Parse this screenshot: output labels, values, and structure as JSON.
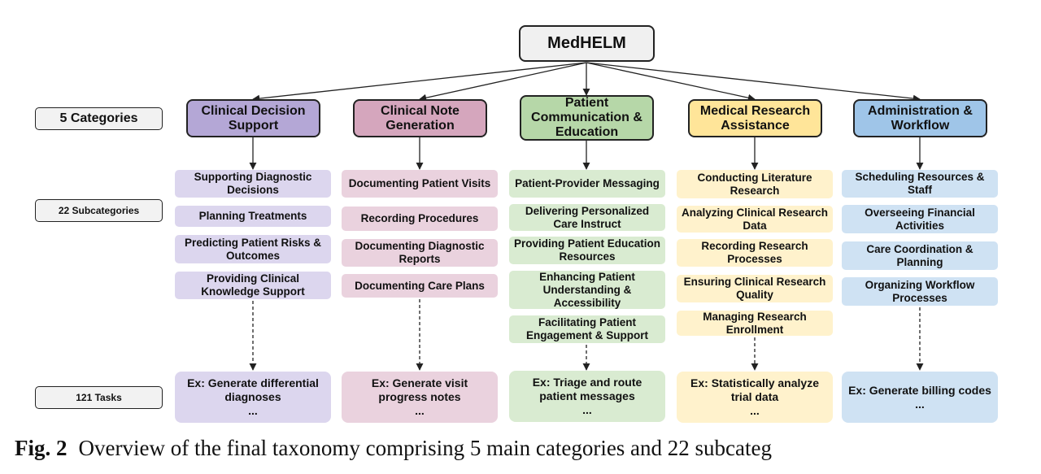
{
  "root": "MedHELM",
  "level_labels": [
    "5 Categories",
    "22 Subcategories",
    "121 Tasks"
  ],
  "colors": {
    "purple": "#b4a7d6",
    "pink": "#d5a6bd",
    "green": "#b6d7a8",
    "yellow": "#ffe599",
    "blue": "#9fc5e8"
  },
  "categories": [
    {
      "title": "Clinical Decision Support",
      "subcategories": [
        "Supporting Diagnostic Decisions",
        "Planning Treatments",
        "Predicting Patient Risks & Outcomes",
        "Providing Clinical Knowledge Support"
      ],
      "task_example": "Ex: Generate differential diagnoses",
      "task_more": "..."
    },
    {
      "title": "Clinical Note Generation",
      "subcategories": [
        "Documenting Patient Visits",
        "Recording Procedures",
        "Documenting Diagnostic Reports",
        "Documenting Care Plans"
      ],
      "task_example": "Ex: Generate visit progress notes",
      "task_more": "..."
    },
    {
      "title": "Patient Communication & Education",
      "subcategories": [
        "Patient-Provider Messaging",
        "Delivering Personalized Care Instruct",
        "Providing Patient Education  Resources",
        "Enhancing Patient Understanding & Accessibility",
        "Facilitating Patient Engagement & Support"
      ],
      "task_example": "Ex: Triage and route patient messages",
      "task_more": "..."
    },
    {
      "title": "Medical Research Assistance",
      "subcategories": [
        "Conducting Literature Research",
        "Analyzing Clinical Research Data",
        "Recording Research Processes",
        "Ensuring Clinical Research Quality",
        "Managing Research Enrollment"
      ],
      "task_example": "Ex: Statistically analyze trial data",
      "task_more": "..."
    },
    {
      "title": "Administration & Workflow",
      "subcategories": [
        "Scheduling Resources & Staff",
        "Overseeing Financial Activities",
        "Care Coordination & Planning",
        "Organizing Workflow Processes"
      ],
      "task_example": "Ex: Generate billing codes",
      "task_more": "..."
    }
  ],
  "caption": {
    "label": "Fig. 2",
    "text": "Overview of the final taxonomy comprising 5 main categories and 22 subcateg"
  }
}
